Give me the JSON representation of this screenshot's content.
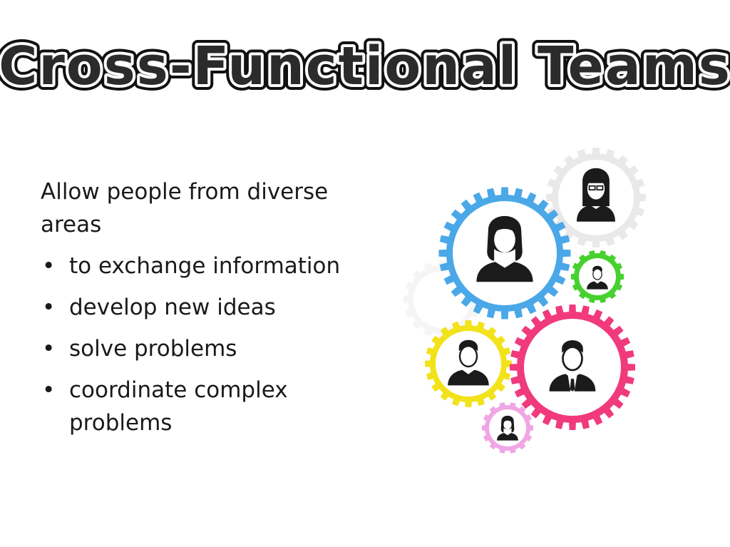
{
  "slide": {
    "title": "Cross-Functional Teams",
    "intro": "Allow people from diverse areas",
    "bullet_char": "•",
    "bullets": [
      "to exchange information",
      "develop new ideas",
      "solve problems",
      "coordinate complex problems"
    ]
  },
  "illustration": {
    "description_icons": [
      "gear-icon",
      "person-icon"
    ],
    "colors": {
      "light_gray": "#e9e9e9",
      "blue": "#4aa8e8",
      "green": "#46d12e",
      "yellow": "#f2e21a",
      "magenta": "#f03a7c",
      "pink": "#f0a6e4",
      "silhouette": "#1b1b1b"
    }
  }
}
